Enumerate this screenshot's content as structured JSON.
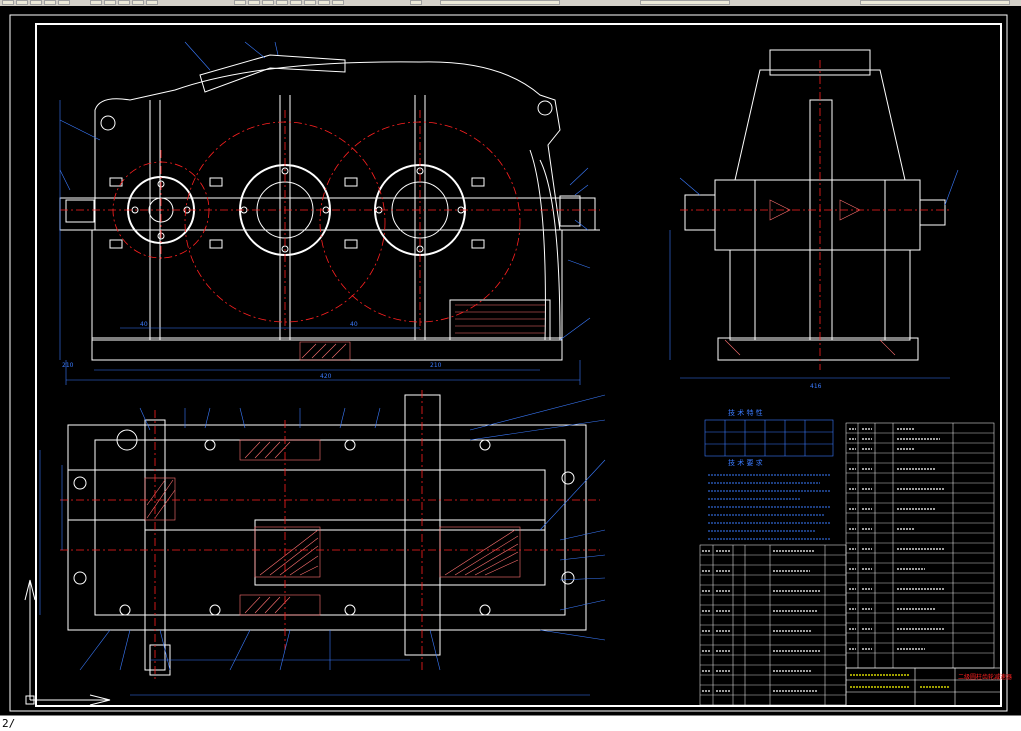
{
  "toolbar": {
    "buttons": [
      "tool-1",
      "tool-2",
      "tool-3",
      "tool-4",
      "tool-5",
      "tool-6",
      "tool-7",
      "tool-8",
      "tool-9",
      "tool-10",
      "tool-11",
      "tool-12",
      "tool-13",
      "tool-14",
      "tool-15",
      "tool-16"
    ]
  },
  "drawing": {
    "front_view": {
      "dims": {
        "d1": "210",
        "d2": "210",
        "d3": "420",
        "d4": "40",
        "d5": "40"
      }
    },
    "side_view": {
      "dim_width": "416"
    },
    "table_params": {
      "title": "技 术 特 性"
    },
    "table_notes": {
      "title": "技 术 要 求"
    },
    "title_block": {
      "name": "二级圆柱齿轮减速器"
    }
  },
  "colors": {
    "outline": "#ffffff",
    "centerline": "#ff2020",
    "dimension": "#3a7bff",
    "hatch": "#ff7070",
    "table": "#ffffff",
    "title_text": "#ffff00"
  },
  "command_line": {
    "prompt": "2/"
  }
}
